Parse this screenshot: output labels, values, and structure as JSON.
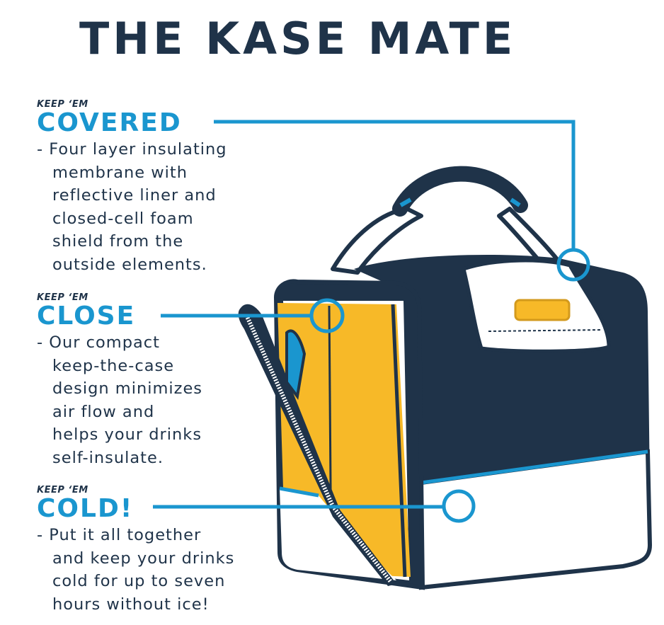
{
  "title": "THE KASE MATE",
  "colors": {
    "navy": "#1f3349",
    "accent_blue": "#1a96cf",
    "yellow": "#f7b928",
    "white": "#ffffff"
  },
  "features": [
    {
      "kicker": "KEEP ‘EM",
      "heading": "COVERED",
      "lines": [
        "- Four layer insulating",
        "membrane with",
        "reflective liner and",
        "closed-cell foam",
        "shield from the",
        "outside elements."
      ]
    },
    {
      "kicker": "KEEP ‘EM",
      "heading": "CLOSE",
      "lines": [
        "- Our compact",
        "keep-the-case",
        "design minimizes",
        "air flow and",
        "helps your drinks",
        "self-insulate."
      ]
    },
    {
      "kicker": "KEEP ‘EM",
      "heading": "COLD!",
      "lines": [
        "- Put it all together",
        "and keep your drinks",
        "cold for up to seven",
        "hours without ice!"
      ]
    }
  ],
  "illustration": {
    "subject": "cooler-bag-icon",
    "callouts": [
      "covered-callout",
      "close-callout",
      "cold-callout"
    ]
  }
}
